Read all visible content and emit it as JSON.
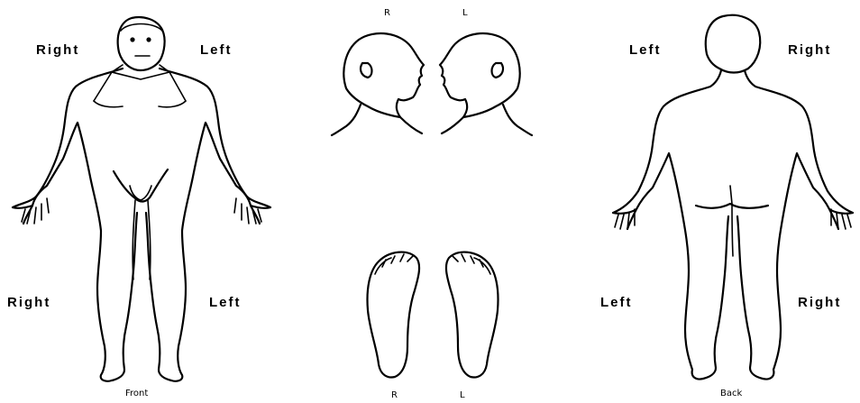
{
  "front_view": {
    "caption": "Front",
    "upper_right_label": "Right",
    "upper_left_label": "Left",
    "lower_right_label": "Right",
    "lower_left_label": "Left"
  },
  "head_view": {
    "right_label": "R",
    "left_label": "L"
  },
  "feet_view": {
    "right_label": "R",
    "left_label": "L"
  },
  "back_view": {
    "caption": "Back",
    "upper_left_label": "Left",
    "upper_right_label": "Right",
    "lower_left_label": "Left",
    "lower_right_label": "Right"
  },
  "colors": {
    "line": "#000000",
    "background": "#ffffff"
  }
}
